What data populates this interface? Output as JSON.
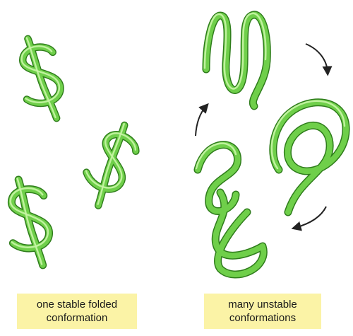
{
  "figure": {
    "left_panel": {
      "caption_line1": "one stable folded",
      "caption_line2": "conformation"
    },
    "right_panel": {
      "caption_line1": "many unstable",
      "caption_line2": "conformations"
    },
    "colors": {
      "strand": "#6fcf4a",
      "strand_dark": "#2f7d1c",
      "strand_highlight": "#c8f5a6",
      "caption_bg": "#fbf3a6",
      "arrow": "#222222"
    }
  }
}
